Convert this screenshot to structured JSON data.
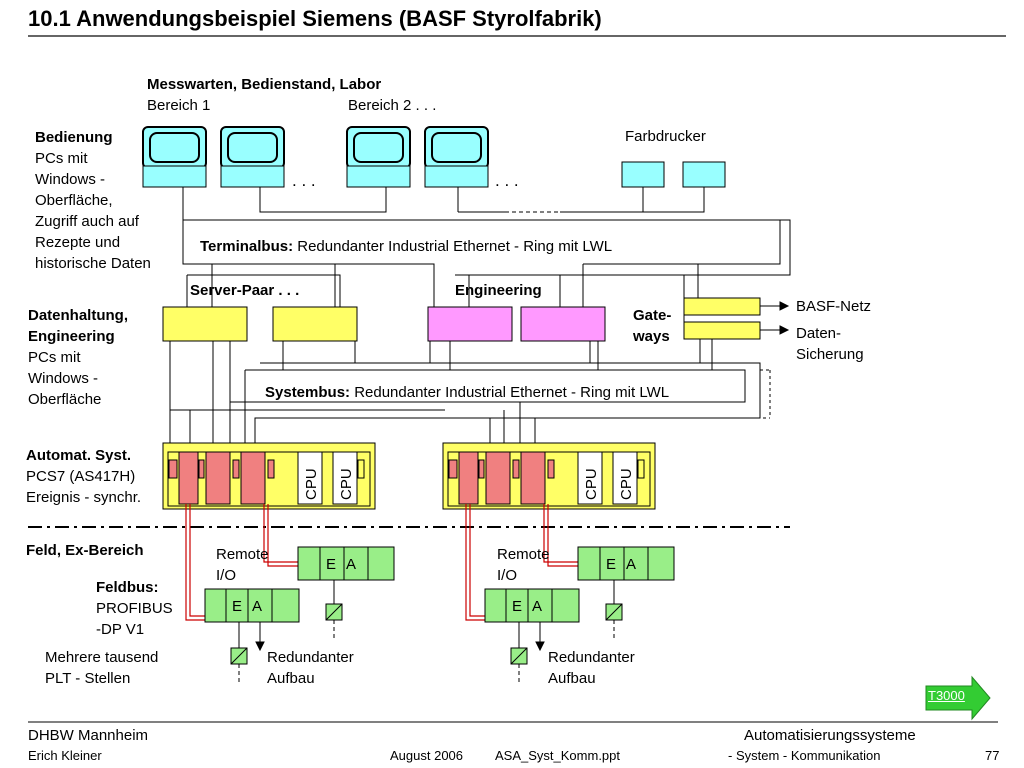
{
  "title": "10.1 Anwendungsbeispiel  Siemens (BASF Styrolfabrik)",
  "top_heading": "Messwarten, Bedienstand, Labor",
  "area1": "Bereich 1",
  "area2": "Bereich 2  . . .",
  "dots": ". . .",
  "printer_label": "Farbdrucker",
  "operation": {
    "heading": "Bedienung",
    "lines": [
      "PCs mit",
      "Windows -",
      "Oberfläche,",
      "Zugriff auch auf",
      "Rezepte und",
      "historische Daten"
    ]
  },
  "terminalbus": {
    "bold": "Terminalbus:",
    "text": " Redundanter Industrial Ethernet - Ring mit LWL"
  },
  "server_pair": "Server-Paar . . .",
  "engineering": "Engineering",
  "gateways": [
    "Gate-",
    "ways"
  ],
  "basf_net": "BASF-Netz",
  "data_backup": [
    "Daten-",
    "Sicherung"
  ],
  "data_mgmt": {
    "heading": [
      "Datenhaltung,",
      "Engineering"
    ],
    "lines": [
      "PCs mit",
      "Windows -",
      "Oberfläche"
    ]
  },
  "systembus": {
    "bold": "Systembus:",
    "text": " Redundanter Industrial Ethernet - Ring mit LWL"
  },
  "automation": {
    "heading": "Automat. Syst.",
    "lines": [
      "PCS7 (AS417H)",
      "Ereignis - synchr."
    ]
  },
  "cpu_label": "CPU",
  "field_area": "Feld, Ex-Bereich",
  "remote_io": [
    "Remote",
    "I/O"
  ],
  "io_label": [
    "E",
    "A"
  ],
  "fieldbus": {
    "heading": "Feldbus:",
    "lines": [
      "PROFIBUS",
      "-DP V1"
    ]
  },
  "many_thousand": [
    "Mehrere tausend",
    "PLT - Stellen"
  ],
  "redundant": [
    "Redundanter",
    "Aufbau"
  ],
  "nav_link": "T3000",
  "footer": {
    "org": "DHBW  Mannheim",
    "course": "Automatisierungssysteme",
    "author": "Erich Kleiner",
    "date": "August 2006",
    "file": "ASA_Syst_Komm.ppt",
    "topic": "- System - Kommunikation",
    "page": "77"
  },
  "colors": {
    "monitor": "#99ffff",
    "server": "#ffff66",
    "engineering": "#ff99ff",
    "rack": "#ffff66",
    "module": "#f08080",
    "io": "#99ee88",
    "nav": "#33cc33"
  }
}
